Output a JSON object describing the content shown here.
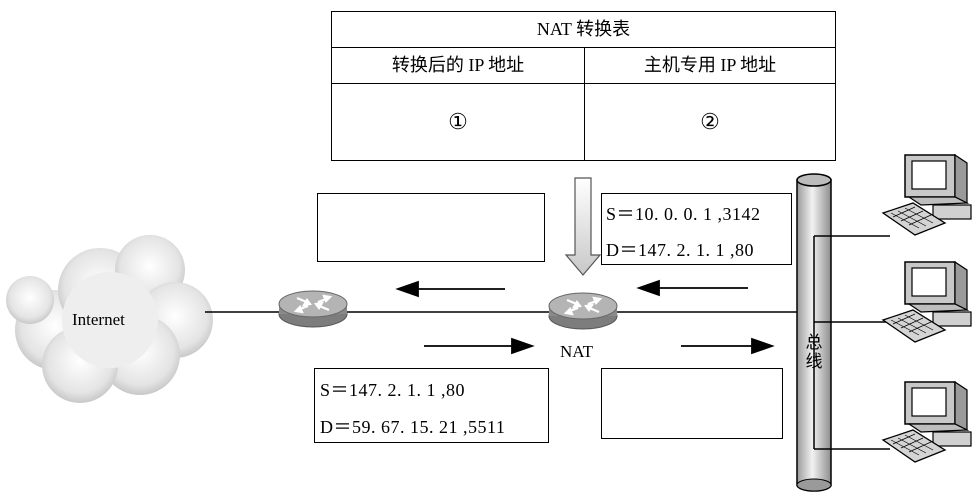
{
  "nat_table": {
    "title": "NAT 转换表",
    "col_left_header": "转换后的 IP 地址",
    "col_right_header": "主机专用 IP 地址",
    "col_left_value": "①",
    "col_right_value": "②"
  },
  "packets": {
    "lan_to_nat": {
      "s": "S＝10. 0. 0. 1 ,3142",
      "d": "D＝147. 2. 1. 1 ,80"
    },
    "internet_return": {
      "s": "S＝147. 2. 1. 1 ,80",
      "d": "D＝59. 67. 15. 21 ,5511"
    }
  },
  "labels": {
    "internet": "Internet",
    "nat": "NAT",
    "bus_1": "总",
    "bus_2": "线"
  }
}
